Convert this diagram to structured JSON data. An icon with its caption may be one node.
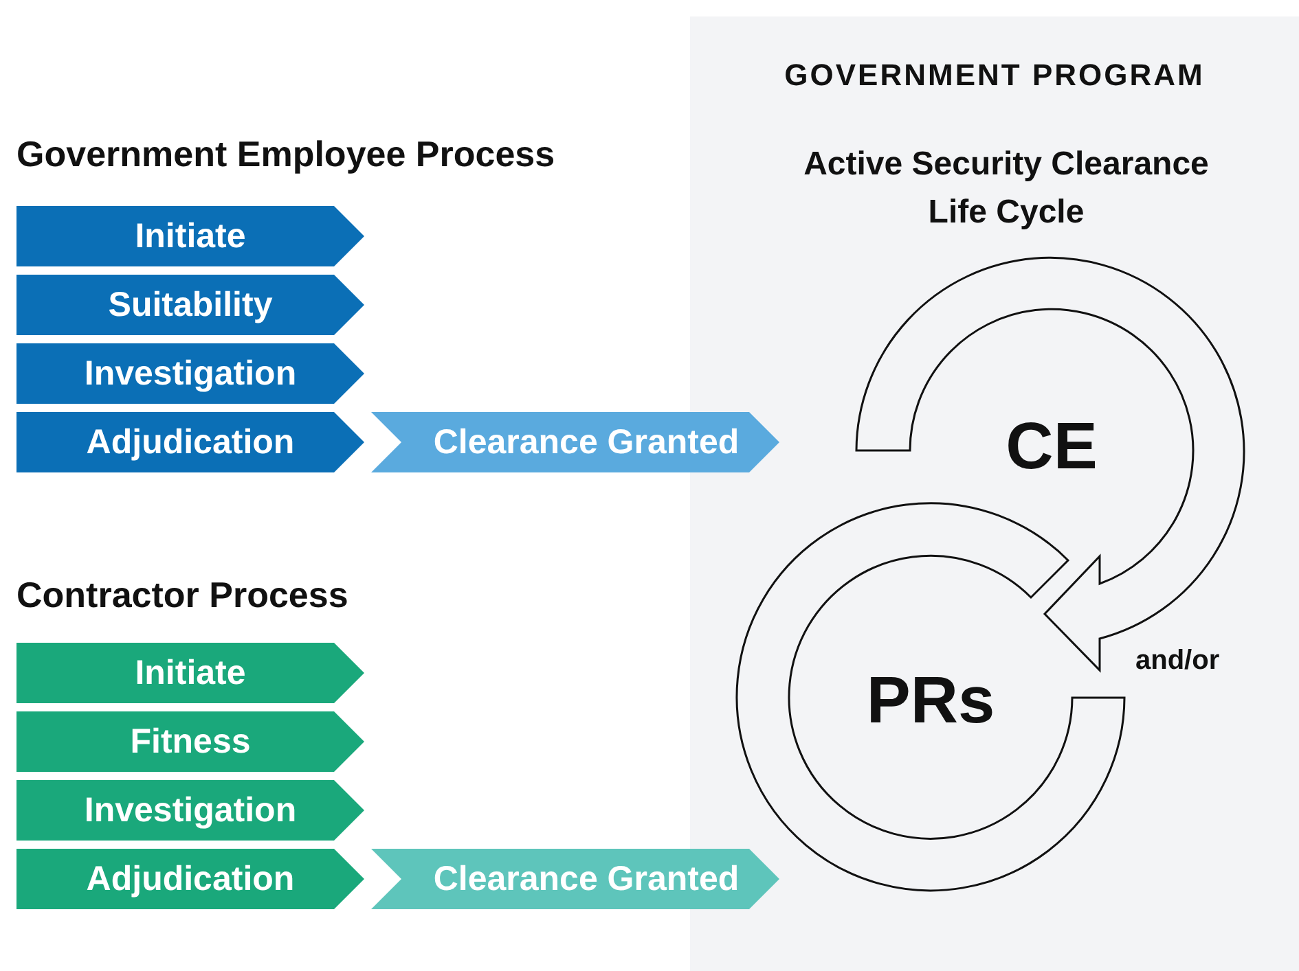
{
  "diagram": {
    "nodes": [
      {
        "text": [
          "GOVERNMENT PROGRAM",
          "Active Security Clearance Life Cycle"
        ]
      },
      {
        "text": [
          "CE"
        ],
        "in": 0
      },
      {
        "text": [
          "PRs"
        ],
        "in": 0
      },
      {
        "text": [
          "Initiate"
        ]
      },
      {
        "text": [
          "Suitability"
        ]
      },
      {
        "text": [
          "Investigation"
        ]
      },
      {
        "text": [
          "Adjudication"
        ]
      },
      {
        "text": [
          "Clearance Granted"
        ]
      },
      {
        "text": [
          "Initiate"
        ]
      },
      {
        "text": [
          "Fitness"
        ]
      },
      {
        "text": [
          "Investigation"
        ]
      },
      {
        "text": [
          "Adjudication"
        ]
      },
      {
        "text": [
          "Clearance Granted"
        ]
      }
    ],
    "edges": [
      {
        "from": 1,
        "to": 2,
        "arrow": "to"
      }
    ],
    "labels": [
      "Government Employee Process",
      "Contractor Process",
      "and/or"
    ]
  }
}
